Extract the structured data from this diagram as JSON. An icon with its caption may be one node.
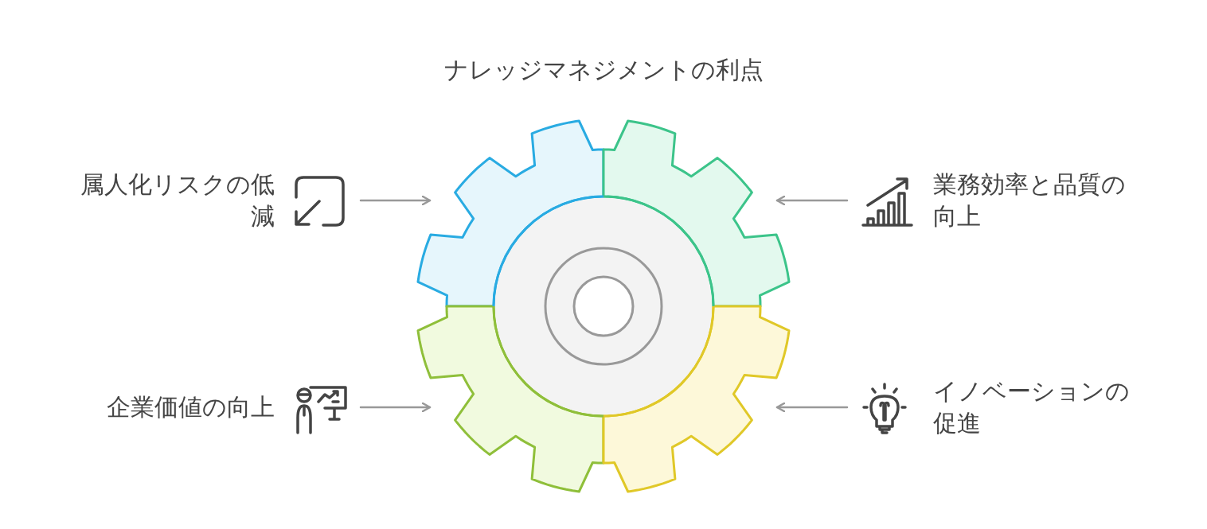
{
  "diagram": {
    "title": "ナレッジマネジメントの利点",
    "nodes": [
      {
        "text": [
          "属人化リスクの低減"
        ]
      },
      {
        "text": [
          "業務効率と品質の向上"
        ]
      },
      {
        "text": [
          "企業価値の向上"
        ]
      },
      {
        "text": [
          "イノベーションの促進"
        ]
      },
      {
        "text": [],
        "shape": "gear"
      },
      {
        "text": [],
        "shape": "gear"
      },
      {
        "text": [],
        "shape": "gear"
      },
      {
        "text": [],
        "shape": "gear"
      }
    ],
    "edges": [
      {
        "from": 0,
        "to": 4,
        "arrow": "to"
      },
      {
        "from": 1,
        "to": 5,
        "arrow": "to"
      },
      {
        "from": 2,
        "to": 6,
        "arrow": "to"
      },
      {
        "from": 3,
        "to": 7,
        "arrow": "to"
      }
    ]
  }
}
